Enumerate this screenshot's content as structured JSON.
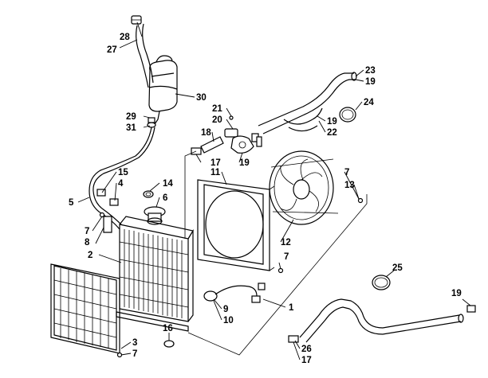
{
  "diagram": {
    "callouts": [
      {
        "id": "c28",
        "label": "28"
      },
      {
        "id": "c27",
        "label": "27"
      },
      {
        "id": "c30",
        "label": "30"
      },
      {
        "id": "c29",
        "label": "29"
      },
      {
        "id": "c31",
        "label": "31"
      },
      {
        "id": "c23",
        "label": "23"
      },
      {
        "id": "c19a",
        "label": "19"
      },
      {
        "id": "c24",
        "label": "24"
      },
      {
        "id": "c21",
        "label": "21"
      },
      {
        "id": "c20",
        "label": "20"
      },
      {
        "id": "c18",
        "label": "18"
      },
      {
        "id": "c19b",
        "label": "19"
      },
      {
        "id": "c22",
        "label": "22"
      },
      {
        "id": "c19c",
        "label": "19"
      },
      {
        "id": "c17a",
        "label": "17"
      },
      {
        "id": "c15",
        "label": "15"
      },
      {
        "id": "c4",
        "label": "4"
      },
      {
        "id": "c14",
        "label": "14"
      },
      {
        "id": "c6",
        "label": "6"
      },
      {
        "id": "c11",
        "label": "11"
      },
      {
        "id": "c7a",
        "label": "7"
      },
      {
        "id": "c13",
        "label": "13"
      },
      {
        "id": "c5",
        "label": "5"
      },
      {
        "id": "c7b",
        "label": "7"
      },
      {
        "id": "c8",
        "label": "8"
      },
      {
        "id": "c12",
        "label": "12"
      },
      {
        "id": "c2",
        "label": "2"
      },
      {
        "id": "c7c",
        "label": "7"
      },
      {
        "id": "c25",
        "label": "25"
      },
      {
        "id": "c19d",
        "label": "19"
      },
      {
        "id": "c1",
        "label": "1"
      },
      {
        "id": "c9",
        "label": "9"
      },
      {
        "id": "c10",
        "label": "10"
      },
      {
        "id": "c16",
        "label": "16"
      },
      {
        "id": "c3",
        "label": "3"
      },
      {
        "id": "c7d",
        "label": "7"
      },
      {
        "id": "c26",
        "label": "26"
      },
      {
        "id": "c17b",
        "label": "17"
      }
    ]
  }
}
